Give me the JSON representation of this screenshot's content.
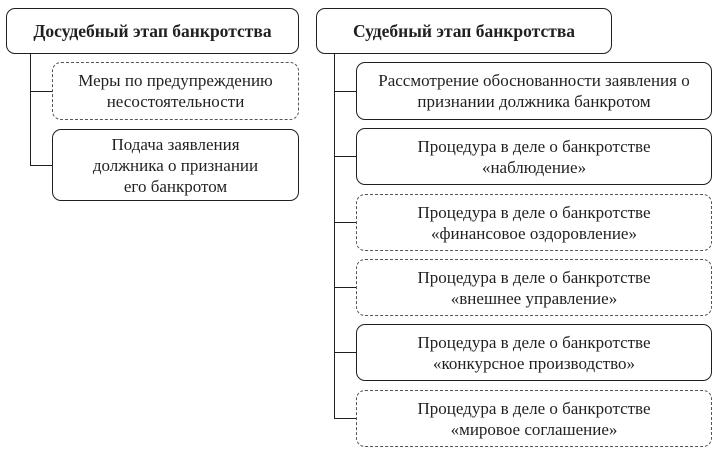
{
  "pretrial": {
    "title": "Досудебный этап банкротства",
    "items": [
      {
        "text": "Меры по предупреждению несостоятельности",
        "style": "dashed"
      },
      {
        "text": "Подача заявления должника о признании его банкротом",
        "style": "solid"
      }
    ]
  },
  "judicial": {
    "title": "Судебный этап банкротства",
    "items": [
      {
        "text": "Рассмотрение обоснованности заявления о признании должника банкротом",
        "style": "solid"
      },
      {
        "text": "Процедура в деле о банкротстве «наблюдение»",
        "style": "solid"
      },
      {
        "text": "Процедура в деле о банкротстве «финансовое оздоровление»",
        "style": "dashed"
      },
      {
        "text": "Процедура в деле о банкротстве «внешнее управление»",
        "style": "dashed"
      },
      {
        "text": "Процедура в деле о банкротстве «конкурсное производство»",
        "style": "solid"
      },
      {
        "text": "Процедура в деле о банкротстве «мировое соглашение»",
        "style": "dashed"
      }
    ]
  }
}
